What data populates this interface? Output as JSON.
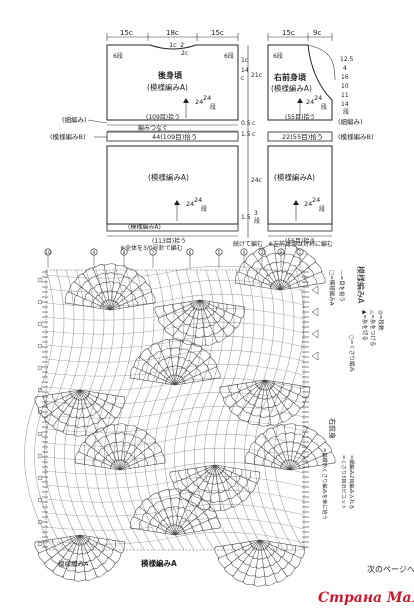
{
  "colors": {
    "ink": "#222222",
    "watermark": "#c9182b",
    "background": "#ffffff"
  },
  "schematic": {
    "back": {
      "top_widths": [
        "15c",
        "18c",
        "15c"
      ],
      "neck_depth": "2c",
      "neck_marks": [
        "1c",
        "2"
      ],
      "shoulder_label": [
        "6段",
        "6段"
      ],
      "title_line1": "後身頃",
      "title_line2": "(模様編みA)",
      "waist_rows": [
        "24",
        "24",
        "段"
      ],
      "count_row": "(109目)拾う",
      "edge_row": "編みつなぐ",
      "band_count": "44(109目)拾う",
      "lower_title": "(模様編みA)",
      "lower_rows": [
        "24",
        "24",
        "段"
      ],
      "side_heights": [
        "1c",
        "14",
        "c"
      ],
      "bottom_count": "(113目)拾う",
      "bottom_label": "(模様編みA)"
    },
    "front": {
      "top_widths": [
        "15c",
        "9c"
      ],
      "shoulder_label": "6段",
      "title_line1": "右前身頃",
      "title_line2": "(模様編みA)",
      "neck_note": "21c",
      "side_numbers": [
        "12.5",
        "4",
        "16",
        "10",
        "11",
        "14",
        "段"
      ],
      "waist_rows": [
        "24",
        "24",
        "段"
      ],
      "count_row": "(55目)拾う",
      "band_count": "22(55目)拾う",
      "lower_title": "(模様編みA)",
      "lower_rows": [
        "24",
        "24",
        "段"
      ],
      "bottom_count": "(56目)拾う",
      "side_labels": [
        "(細編み)",
        "(模様編みB)"
      ],
      "mid_heights": [
        "0.5",
        "1.5"
      ],
      "mid_height_units": [
        "c",
        "c"
      ],
      "left_labels": [
        "(細編み)",
        "(模様編みB)"
      ],
      "height_right": "24c",
      "hem_right": "1.5",
      "hem_rows": [
        "3",
        "段"
      ]
    },
    "notes": {
      "continue_note": "続けて編む",
      "left_front_note": "※左前身頃は対称に編む",
      "all_hook_note": "※全体を3/0号針で編む"
    }
  },
  "chart": {
    "side_label": "模様編みA",
    "center_label": "右前身",
    "legend_items": [
      "□=模様編みA",
      "—=目を拾う",
      "○=くさり編み"
    ],
    "legend_note_1": "▲=糸を切る",
    "legend_note_2": "△=糸をつける",
    "legend_note_3": "◎=段数",
    "right_notes": [
      "=前段のくさり編みを束に拾う",
      "=くさり3目のピコット",
      "=細編み2目編み入れる"
    ],
    "bottom_left": "模様編みA",
    "bottom_center": "模様編みA",
    "next_page": "次のページへ",
    "top_numbers": [
      "10",
      "9",
      "8",
      "7",
      "6",
      "5",
      "4",
      "3",
      "2",
      "1"
    ]
  },
  "watermark": "Страна Мам"
}
